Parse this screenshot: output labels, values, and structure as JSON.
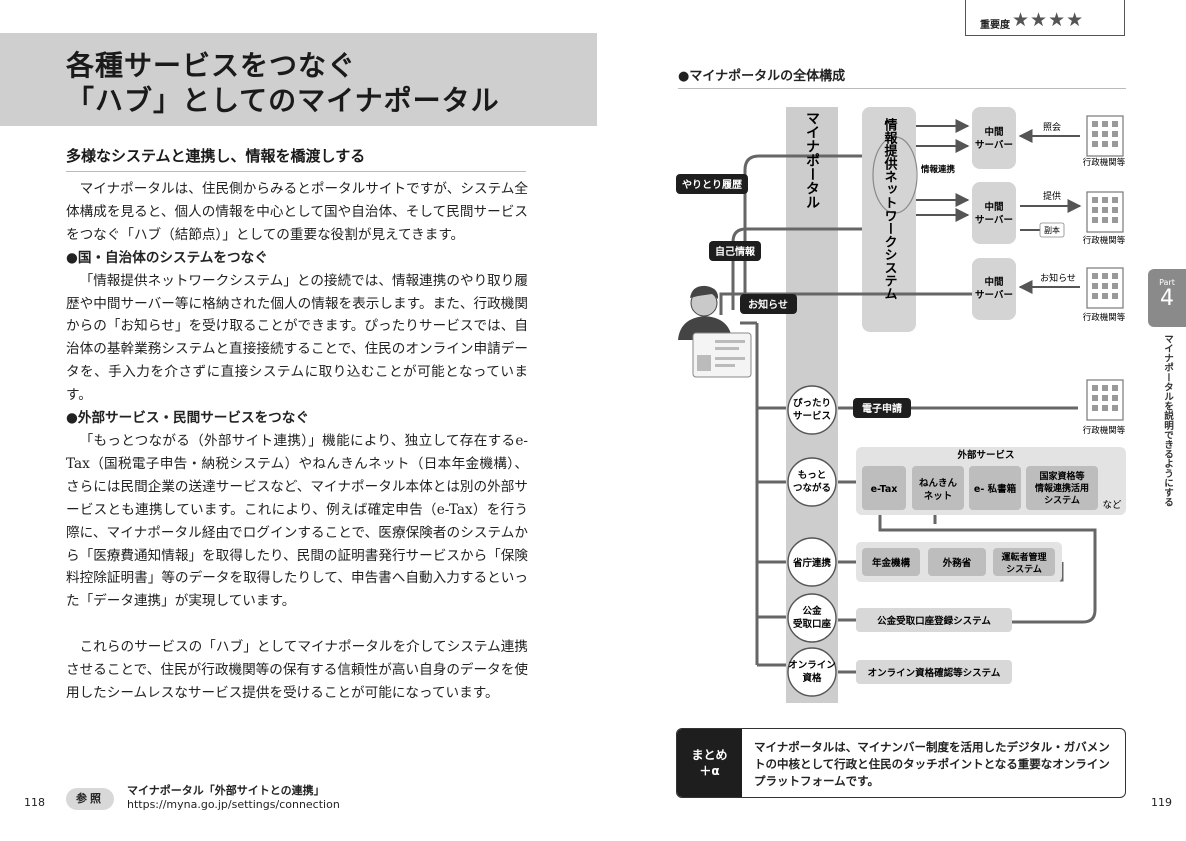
{
  "left": {
    "title_line1": "各種サービスをつなぐ",
    "title_line2": "「ハブ」としてのマイナポータル",
    "subhead": "多様なシステムと連携し、情報を橋渡しする",
    "p1": "マイナポータルは、住民側からみるとポータルサイトですが、システム全体構成を見ると、個人の情報を中心として国や自治体、そして民間サービスをつなぐ「ハブ（結節点）」としての重要な役割が見えてきます。",
    "h1": "●国・自治体のシステムをつなぐ",
    "p2": "「情報提供ネットワークシステム」との接続では、情報連携のやり取り履歴や中間サーバー等に格納された個人の情報を表示します。また、行政機関からの「お知らせ」を受け取ることができます。ぴったりサービスでは、自治体の基幹業務システムと直接接続することで、住民のオンライン申請データを、手入力を介さずに直接システムに取り込むことが可能となっています。",
    "h2": "●外部サービス・民間サービスをつなぐ",
    "p3": "「もっとつながる（外部サイト連携）」機能により、独立して存在するe-Tax（国税電子申告・納税システム）やねんきんネット（日本年金機構）、さらには民間企業の送達サービスなど、マイナポータル本体とは別の外部サービスとも連携しています。これにより、例えば確定申告（e-Tax）を行う際に、マイナポータル経由でログインすることで、医療保険者のシステムから「医療費通知情報」を取得したり、民間の証明書発行サービスから「保険料控除証明書」等のデータを取得したりして、申告書へ自動入力するといった「データ連携」が実現しています。",
    "p4": "これらのサービスの「ハブ」としてマイナポータルを介してシステム連携させることで、住民が行政機関等の保有する信頼性が高い自身のデータを使用したシームレスなサービス提供を受けることが可能になっています。",
    "ref_label": "参照",
    "ref_title": "マイナポータル「外部サイトとの連携」",
    "ref_url": "https://myna.go.jp/settings/connection",
    "page_number": "118"
  },
  "right": {
    "importance_label": "重要度",
    "importance_stars": "★★★★",
    "diagram_title": "●マイナポータルの全体構成",
    "part_word": "Part",
    "part_number": "4",
    "part_side": "マイナポータルを説明できるようにする",
    "summary_label_1": "まとめ",
    "summary_label_2": "＋α",
    "summary_text": "マイナポータルは、マイナンバー制度を活用したデジタル・ガバメントの中核として行政と住民のタッチポイントとなる重要なオンラインプラットフォームです。",
    "page_number": "119"
  },
  "diagram": {
    "myna_portal": "マイナポータル",
    "network_system": "情報提供ネットワークシステム",
    "info_link": "情報連携",
    "server_line1": "中間",
    "server_line2": "サーバー",
    "gyosei": "行政機関等",
    "shokai": "照会",
    "teikyo": "提供",
    "fukuhon": "副本",
    "oshirase_small": "お知らせ",
    "yaritori": "やりとり履歴",
    "jiko": "自己情報",
    "oshirase": "お知らせ",
    "pittari_1": "ぴったり",
    "pittari_2": "サービス",
    "denshi": "電子申請",
    "motto_1": "もっと",
    "motto_2": "つながる",
    "external_title": "外部サービス",
    "etax": "e-Tax",
    "nenkin_1": "ねんきん",
    "nenkin_2": "ネット",
    "eshishobako": "e- 私書箱",
    "kokka_1": "国家資格等",
    "kokka_2": "情報連携活用",
    "kokka_3": "システム",
    "nado": "など",
    "shocho": "省庁連携",
    "nenkin_kikou": "年金機構",
    "gaimusho": "外務省",
    "unten_1": "運転者管理",
    "unten_2": "システム",
    "koukin_1": "公金",
    "koukin_2": "受取口座",
    "koukin_sys": "公金受取口座登録システム",
    "online_1": "オンライン",
    "online_2": "資格",
    "online_sys": "オンライン資格確認等システム"
  }
}
